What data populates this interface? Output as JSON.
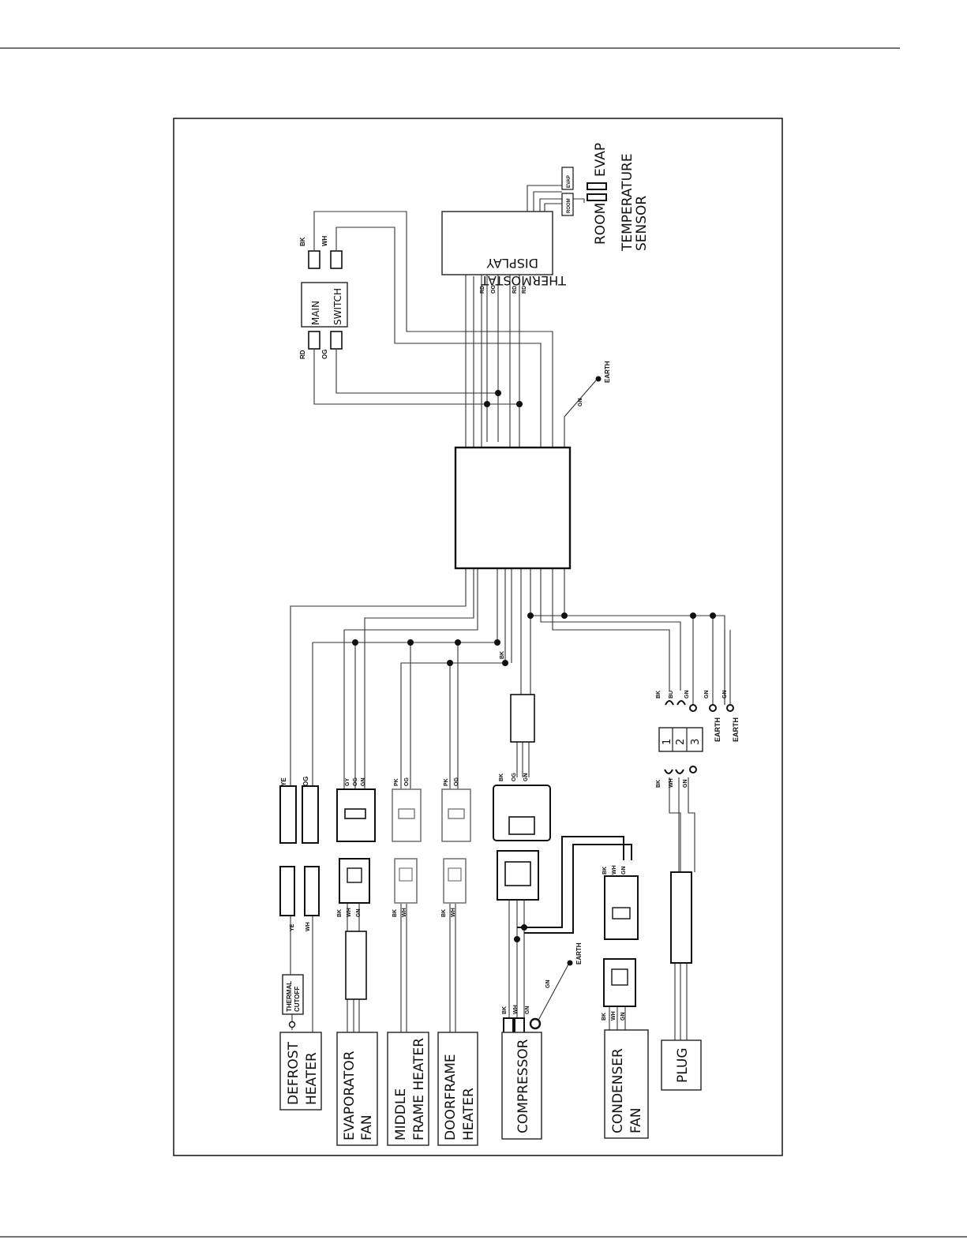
{
  "components": {
    "defrost_heater": [
      "DEFROST",
      "HEATER"
    ],
    "evaporator_fan": [
      "EVAPORATOR",
      "FAN"
    ],
    "middle_frame_heater": [
      "MIDDLE",
      "FRAME HEATER"
    ],
    "doorframe_heater": [
      "DOORFRAME",
      "HEATER"
    ],
    "compressor": "COMPRESSOR",
    "condenser_fan": [
      "CONDENSER",
      "FAN"
    ],
    "plug": "PLUG",
    "thermal_cutoff": [
      "THERMAL",
      "CUTOFF"
    ],
    "main_switch": [
      "MAIN",
      "SWITCH"
    ],
    "thermostat_display": [
      "THERMOSTAT",
      "DISPLAY"
    ],
    "room": "ROOM",
    "evap": "EVAP",
    "temperature_sensor": [
      "TEMPERATURE",
      "SENSOR"
    ],
    "sensor_tag_room": "ROOM",
    "sensor_tag_evap": "EVAP",
    "earth": "EARTH",
    "terminal_block": [
      "1",
      "2",
      "3"
    ]
  },
  "wire_codes": {
    "bk": "BK",
    "wh": "WH",
    "rd": "RD",
    "og": "OG",
    "gn": "GN",
    "ye": "YE",
    "gy": "GY",
    "pk": "PK",
    "bu": "BU"
  }
}
